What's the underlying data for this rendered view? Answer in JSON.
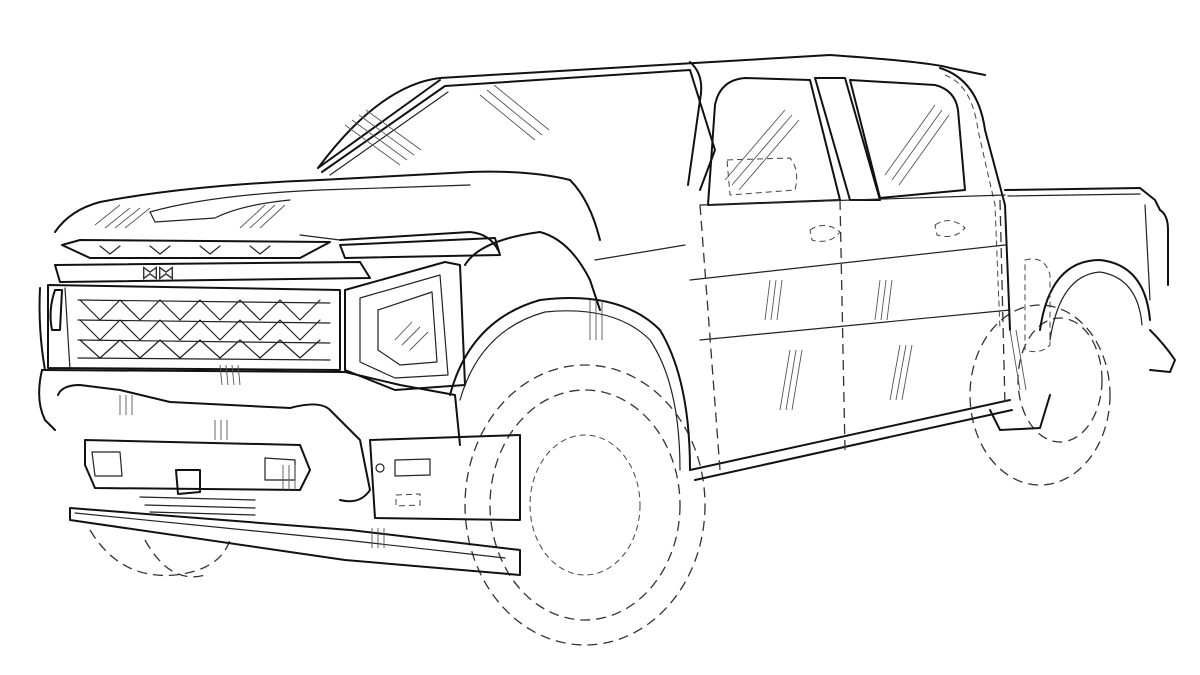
{
  "image": {
    "subject": "pickup truck patent line drawing",
    "view": "front three-quarter perspective",
    "style": "black line art on white, dashed lines for wheels/tires and surface shading",
    "background_color": "#ffffff",
    "line_color": "#111111"
  }
}
